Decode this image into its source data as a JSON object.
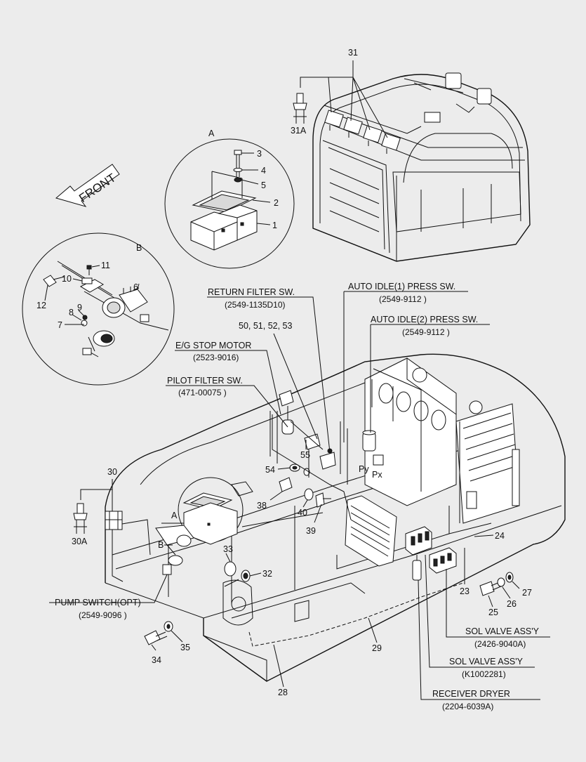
{
  "front_label": "FRONT",
  "callouts": {
    "detail_a": "A",
    "detail_b": "B",
    "a_in_body": "A",
    "b_in_body": "B",
    "py": "Py",
    "px": "Px",
    "n1": "1",
    "n2": "2",
    "n3": "3",
    "n4": "4",
    "n5": "5",
    "n6": "6",
    "n7": "7",
    "n8": "8",
    "n9": "9",
    "n10": "10",
    "n11": "11",
    "n12": "12",
    "n23": "23",
    "n24": "24",
    "n25": "25",
    "n26": "26",
    "n27": "27",
    "n28": "28",
    "n29": "29",
    "n30": "30",
    "n30a": "30A",
    "n31": "31",
    "n31a": "31A",
    "n32": "32",
    "n33": "33",
    "n34": "34",
    "n35": "35",
    "n38": "38",
    "n39": "39",
    "n40": "40",
    "n50_53": "50, 51, 52, 53",
    "n54": "54",
    "n55": "55"
  },
  "labels": {
    "return_filter": {
      "name": "RETURN FILTER SW.",
      "code": "(2549-1135D10)"
    },
    "auto_idle_1": {
      "name": "AUTO IDLE(1) PRESS SW.",
      "code": "(2549-9112 )"
    },
    "auto_idle_2": {
      "name": "AUTO IDLE(2) PRESS SW.",
      "code": "(2549-9112 )"
    },
    "eg_stop": {
      "name": "E/G STOP MOTOR",
      "code": "(2523-9016)"
    },
    "pilot_filter": {
      "name": "PILOT FILTER SW.",
      "code": "(471-00075 )"
    },
    "pump_switch": {
      "name": "PUMP SWITCH(OPT)",
      "code": "(2549-9096 )"
    },
    "sol_valve_1": {
      "name": "SOL VALVE ASS'Y",
      "code": "(2426-9040A)"
    },
    "sol_valve_2": {
      "name": "SOL VALVE ASS'Y",
      "code": "(K1002281)"
    },
    "receiver_dryer": {
      "name": "RECEIVER DRYER",
      "code": "(2204-6039A)"
    }
  }
}
